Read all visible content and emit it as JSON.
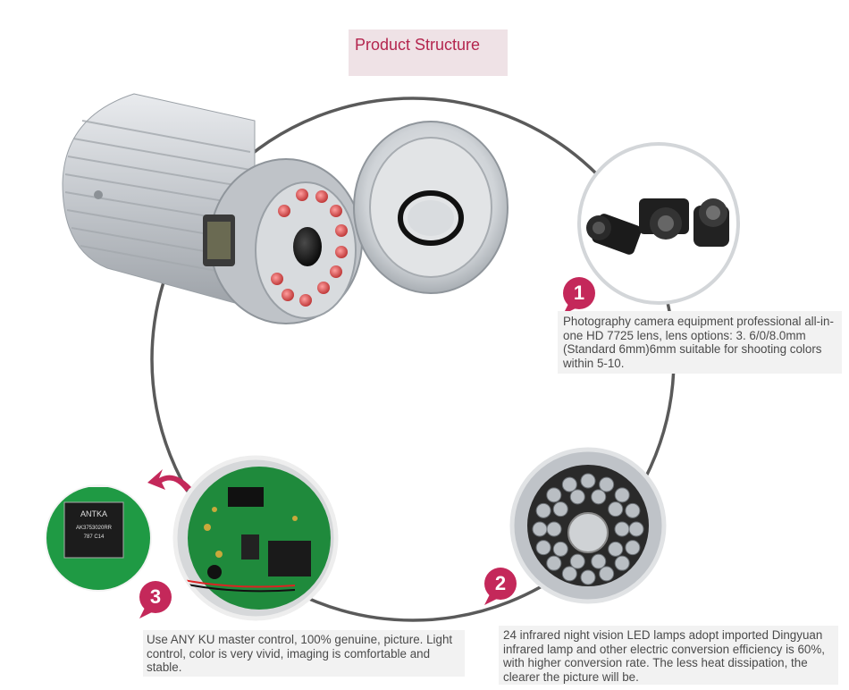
{
  "title": "Product Structure",
  "colors": {
    "accent": "#c4285a",
    "title_bg": "#efe2e6",
    "text": "#4a4a4a"
  },
  "features": [
    {
      "number": "1",
      "description": "Photography camera equipment professional all-in-one HD 7725 lens, lens options: 3. 6/0/8.0mm (Standard 6mm)6mm suitable for shooting colors within 5-10."
    },
    {
      "number": "2",
      "description": "24 infrared night vision LED lamps adopt imported Dingyuan infrared lamp and other electric conversion efficiency is 60%, with higher conversion rate. The less heat dissipation, the clearer the picture will be."
    },
    {
      "number": "3",
      "description": "Use ANY KU master control, 100% genuine, picture. Light control, color is very vivid, imaging is comfortable and stable."
    }
  ],
  "chip": {
    "brand": "ANTKA",
    "model": "AK3753020RR",
    "code": "787 C14"
  }
}
